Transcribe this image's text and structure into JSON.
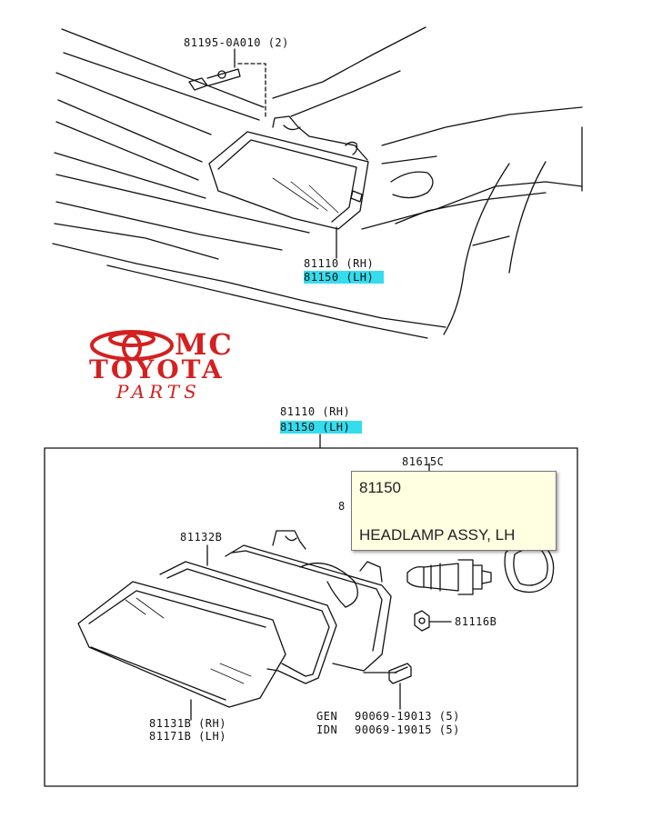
{
  "upper_labels": {
    "screw": "81195-0A010 (2)",
    "part_rh": "81110 (RH)",
    "part_lh": "81150 (LH)"
  },
  "logo": {
    "mc": "MC",
    "toyota": "TOYOTA",
    "parts": "PARTS",
    "color": "#d42020"
  },
  "lower_labels": {
    "assy_rh": "81110 (RH)",
    "assy_lh": "81150 (LH)",
    "socket": "81615C",
    "partial": "8",
    "gasket": "81132B",
    "nut": "81116B",
    "lens_rh": "81131B (RH)",
    "lens_lh": "81171B (LH)",
    "gen_prefix": "GEN",
    "gen_part": "90069-19013 (5)",
    "idn_prefix": "IDN",
    "idn_part": "90069-19015 (5)"
  },
  "tooltip": {
    "part_number": "81150",
    "part_name": "HEADLAMP ASSY, LH"
  },
  "highlight_color": "#33ddee"
}
